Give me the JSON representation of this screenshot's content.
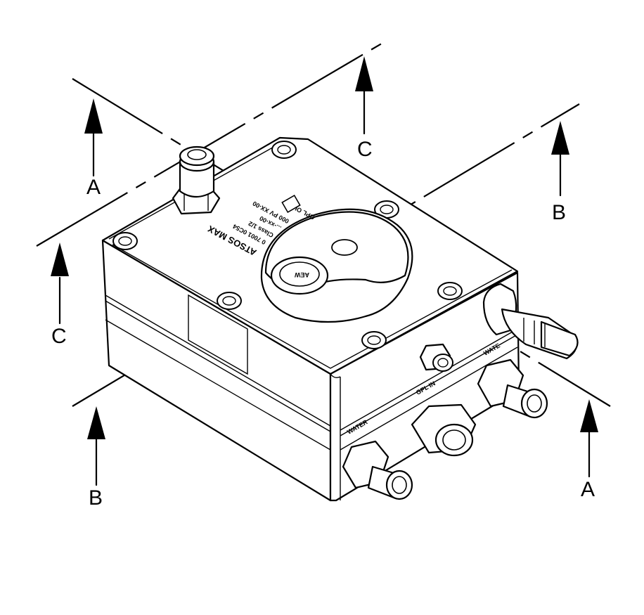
{
  "diagram": {
    "section_letters": {
      "a_left": "A",
      "a_right": "A",
      "b_right": "B",
      "b_left": "B",
      "c_top": "C",
      "c_left": "C"
    },
    "label_rows": {
      "row_1": "ATSOS MAX",
      "row_2": "0 7001 0C54",
      "row_3": "Class 1/2",
      "row_4": "...-xx-00",
      "row_5": "000 PV XX-00",
      "row_6": "GPL OUT"
    },
    "port_labels": {
      "water_left": "WATER",
      "gpl_in": "GPL IN",
      "water_right": "WATE"
    },
    "dial_text": "AEW"
  }
}
